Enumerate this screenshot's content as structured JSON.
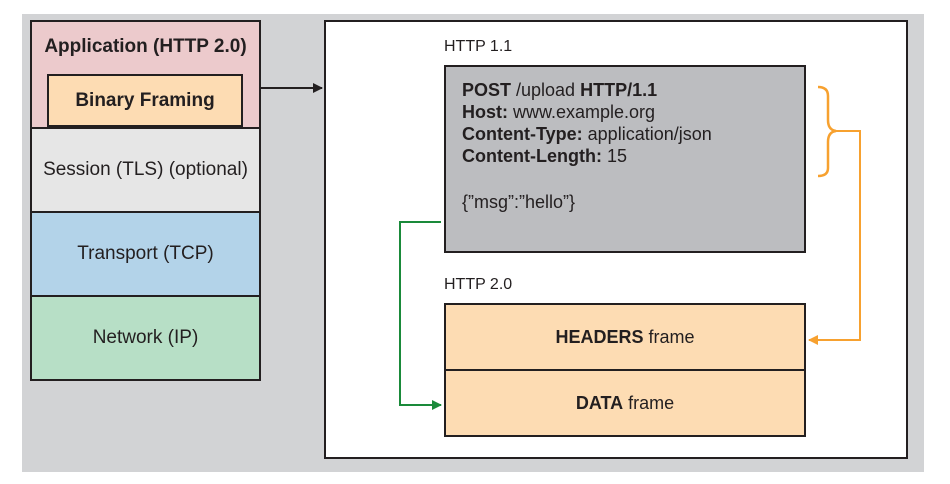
{
  "stack": {
    "application": "Application (HTTP 2.0)",
    "binary_framing": "Binary Framing",
    "session": "Session (TLS) (optional)",
    "transport": "Transport (TCP)",
    "network": "Network (IP)"
  },
  "http11": {
    "caption": "HTTP 1.1",
    "request_line": {
      "method": "POST",
      "path": " /upload ",
      "version": "HTTP/1.1"
    },
    "headers": [
      {
        "name": "Host:",
        "value": " www.example.org"
      },
      {
        "name": "Content-Type:",
        "value": " application/json"
      },
      {
        "name": "Content-Length:",
        "value": " 15"
      }
    ],
    "body": "{”msg”:”hello”}"
  },
  "http20": {
    "caption": "HTTP 2.0",
    "headers_frame": {
      "keyword": "HEADERS",
      "suffix": " frame"
    },
    "data_frame": {
      "keyword": "DATA",
      "suffix": " frame"
    }
  },
  "colors": {
    "background_gray": "#d2d3d5",
    "application_layer": "#eccacc",
    "binary_framing": "#fddcb3",
    "session_layer": "#e6e6e6",
    "transport_layer": "#b3d3e9",
    "network_layer": "#b7dfc6",
    "request_box": "#bcbdc0",
    "orange_arrow": "#f7a12f",
    "green_arrow": "#1a8a3a"
  }
}
